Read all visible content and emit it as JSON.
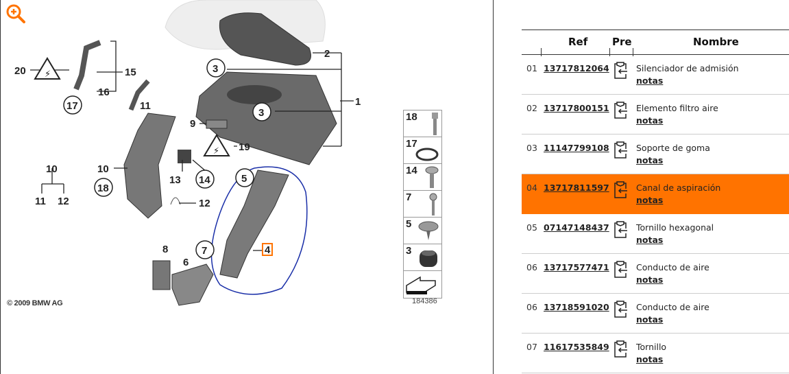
{
  "diagram": {
    "copyright": "© 2009 BMW AG",
    "image_number": "184386",
    "callouts": [
      "1",
      "2",
      "3",
      "3",
      "4",
      "5",
      "6",
      "7",
      "8",
      "9",
      "10",
      "10",
      "11",
      "11",
      "12",
      "12",
      "13",
      "14",
      "15",
      "16",
      "17",
      "18",
      "19",
      "20"
    ],
    "highlighted_callout": "4",
    "legend": [
      "18",
      "17",
      "14",
      "7",
      "5",
      "3"
    ],
    "highlight_color": "#ff7300",
    "circle_color": "#1a2fa8"
  },
  "table": {
    "headers": {
      "ref": "Ref",
      "pre": "Pre",
      "name": "Nombre"
    },
    "notes_label": "notas",
    "rows": [
      {
        "num": "01",
        "ref": "13717812064",
        "name": "Silenciador de admisión",
        "selected": false
      },
      {
        "num": "02",
        "ref": "13717800151",
        "name": "Elemento filtro aire",
        "selected": false
      },
      {
        "num": "03",
        "ref": "11147799108",
        "name": "Soporte de goma",
        "selected": false
      },
      {
        "num": "04",
        "ref": "13717811597",
        "name": "Canal de aspiración",
        "selected": true
      },
      {
        "num": "05",
        "ref": "07147148437",
        "name": "Tornillo hexagonal",
        "selected": false
      },
      {
        "num": "06",
        "ref": "13717577471",
        "name": "Conducto de aire",
        "selected": false
      },
      {
        "num": "06",
        "ref": "13718591020",
        "name": "Conducto de aire",
        "selected": false
      },
      {
        "num": "07",
        "ref": "11617535849",
        "name": "Tornillo",
        "selected": false
      }
    ]
  }
}
